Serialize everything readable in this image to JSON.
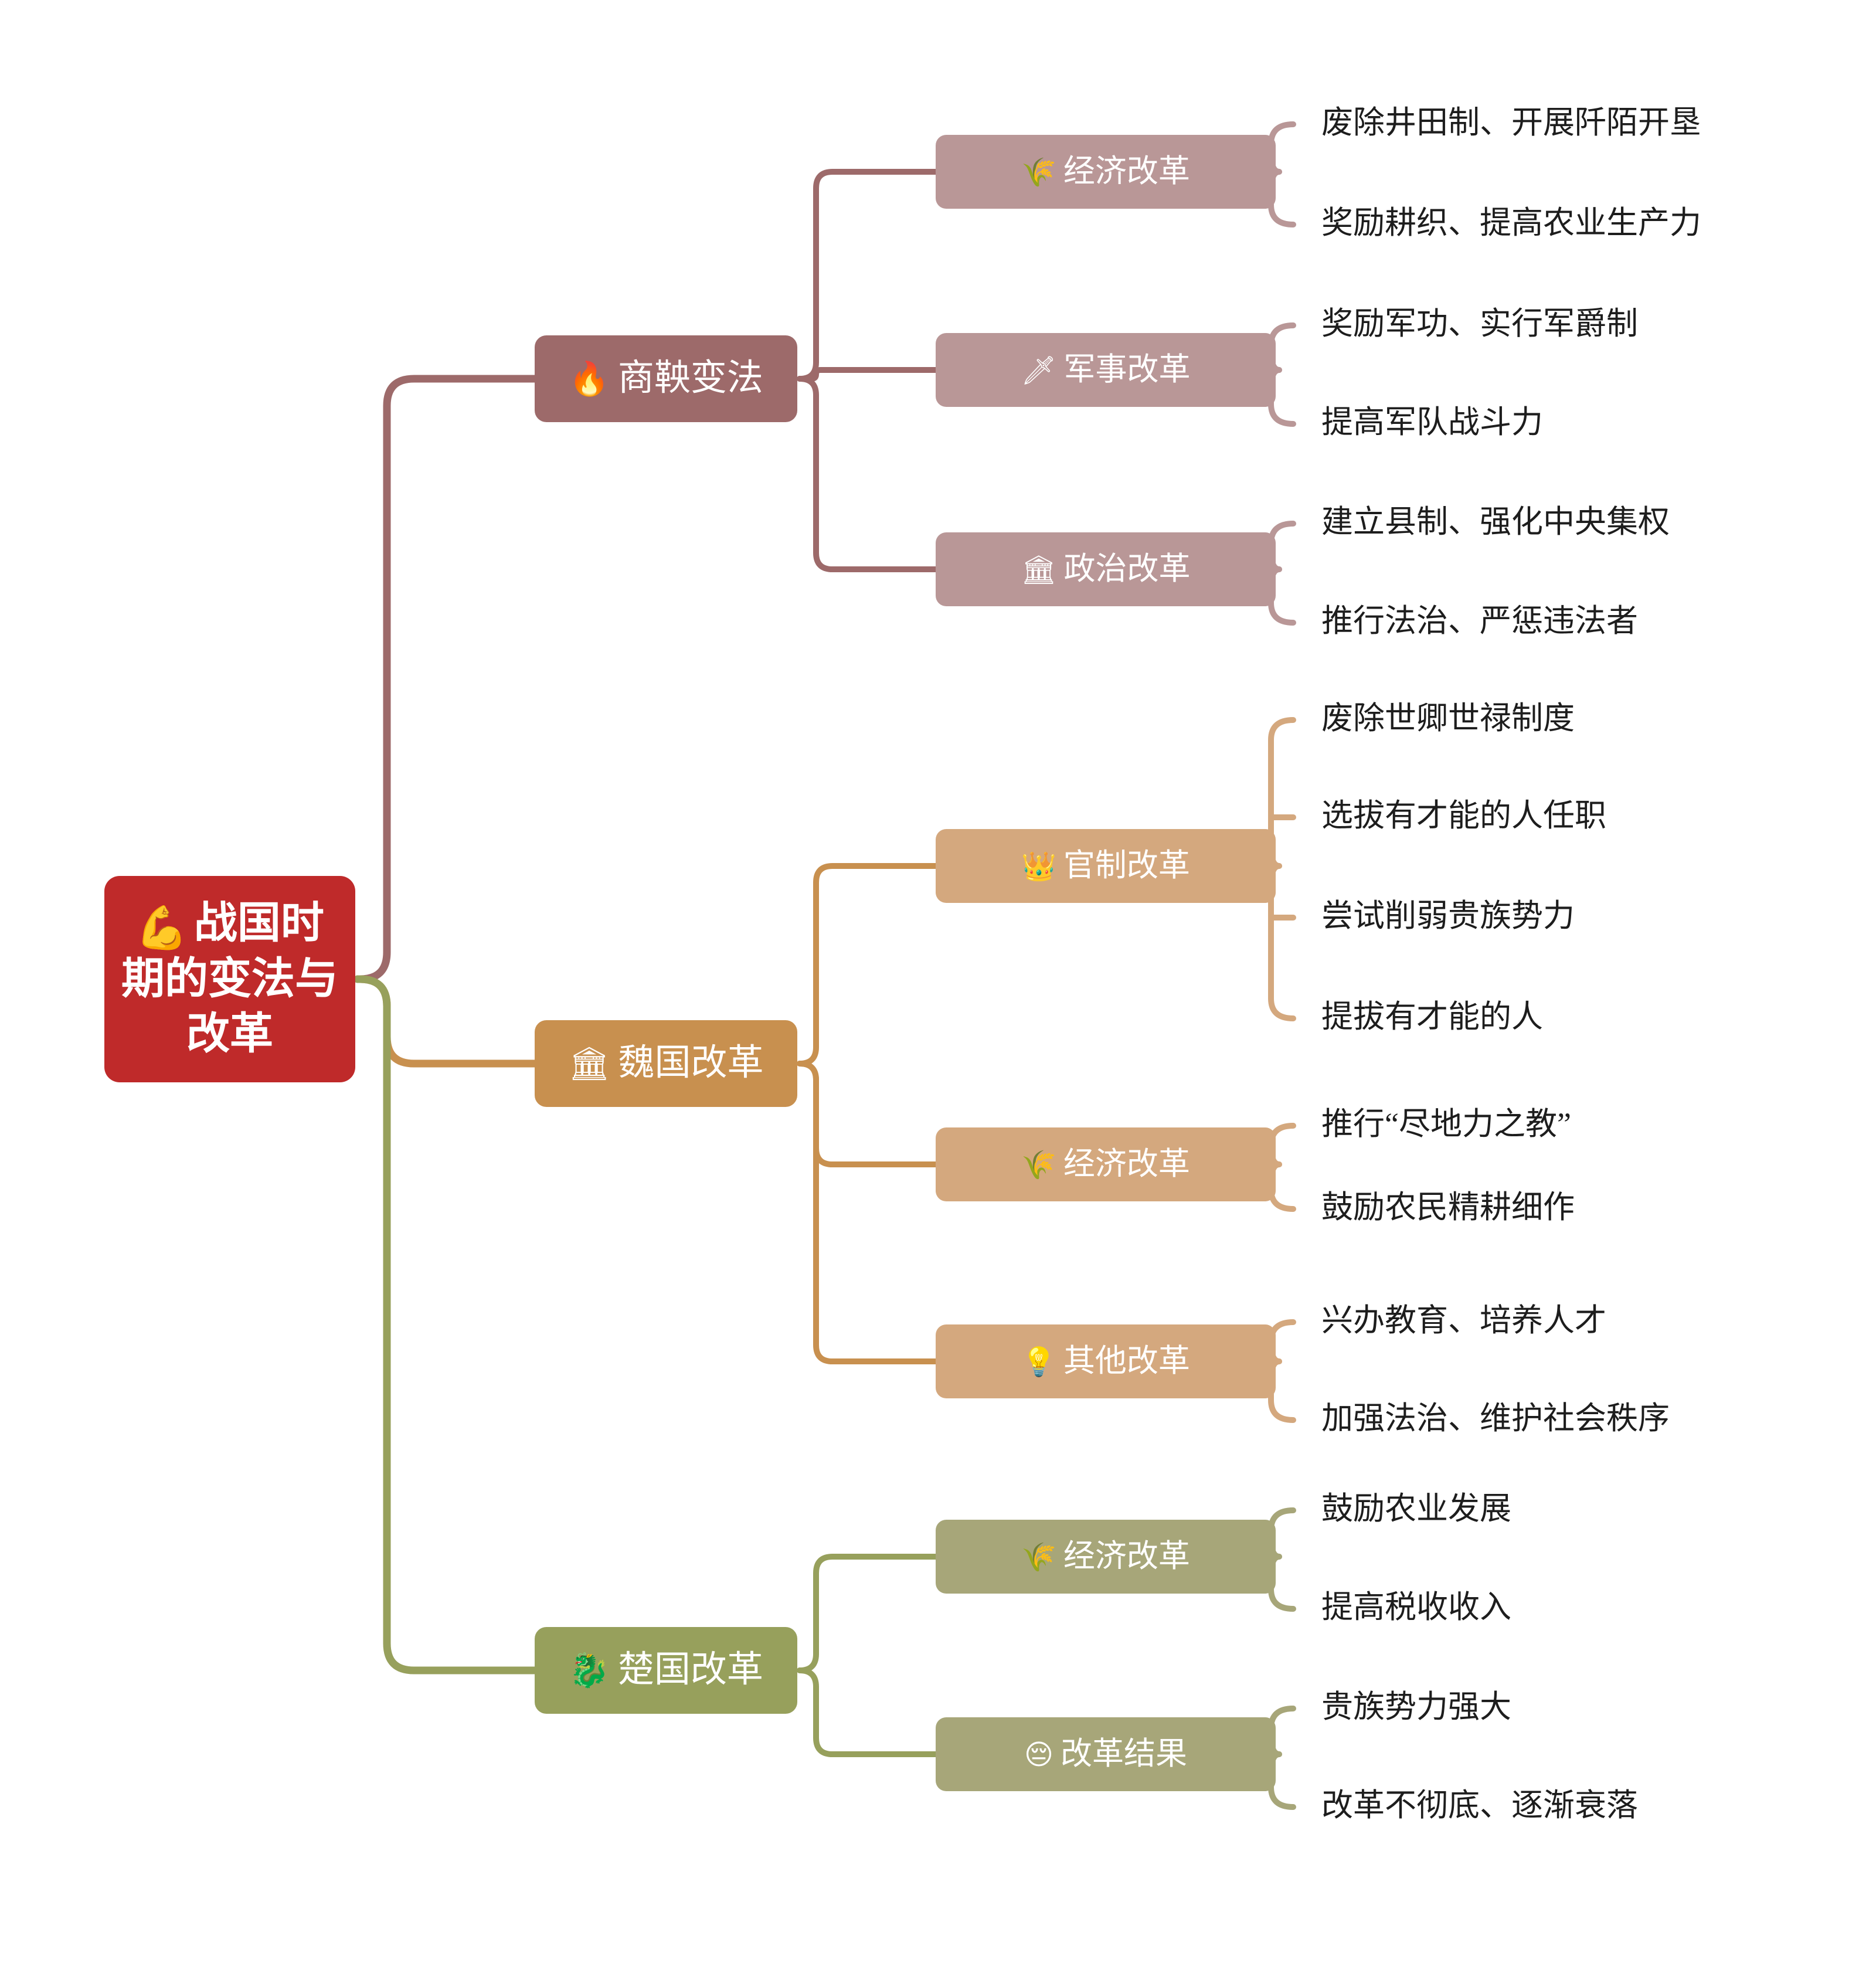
{
  "diagram": {
    "title": "战国时期的变法与改革",
    "type": "mindmap",
    "background": "#ffffff"
  },
  "colors": {
    "root_bg": "#bf2a2a",
    "shang_branch": "#9d6a6a",
    "shang_sub": "#b99797",
    "wei_branch": "#c8904f",
    "wei_sub": "#d4a87e",
    "chu_branch": "#97a05c",
    "chu_sub": "#a7a679",
    "leaf_text": "#1d1d1d"
  },
  "root": {
    "icon": "flexed-biceps-emoji",
    "glyph": "💪",
    "label": "战国时期的变法与改革"
  },
  "branches": [
    {
      "id": "shangyang",
      "icon": "fire-emoji",
      "glyph": "🔥",
      "label": "商鞅变法",
      "color": "#9d6a6a",
      "sub_color": "#b99797",
      "children": [
        {
          "icon": "sheaf-of-rice-emoji",
          "glyph": "🌾",
          "label": "经济改革",
          "leaves": [
            "废除井田制、开展阡陌开垦",
            "奖励耕织、提高农业生产力"
          ]
        },
        {
          "icon": "dagger-emoji",
          "glyph": "🗡",
          "label": "军事改革",
          "leaves": [
            "奖励军功、实行军爵制",
            "提高军队战斗力"
          ]
        },
        {
          "icon": "classical-building-emoji",
          "glyph": "🏛",
          "label": "政治改革",
          "leaves": [
            "建立县制、强化中央集权",
            "推行法治、严惩违法者"
          ]
        }
      ]
    },
    {
      "id": "weiguo",
      "icon": "classical-building-emoji",
      "glyph": "🏛",
      "label": "魏国改革",
      "color": "#c8904f",
      "sub_color": "#d4a87e",
      "children": [
        {
          "icon": "crown-emoji",
          "glyph": "👑",
          "label": "官制改革",
          "leaves": [
            "废除世卿世禄制度",
            "选拔有才能的人任职",
            "尝试削弱贵族势力",
            "提拔有才能的人"
          ]
        },
        {
          "icon": "sheaf-of-rice-emoji",
          "glyph": "🌾",
          "label": "经济改革",
          "leaves": [
            "推行“尽地力之教”",
            "鼓励农民精耕细作"
          ]
        },
        {
          "icon": "light-bulb-emoji",
          "glyph": "💡",
          "label": "其他改革",
          "leaves": [
            "兴办教育、培养人才",
            "加强法治、维护社会秩序"
          ]
        }
      ]
    },
    {
      "id": "chuguo",
      "icon": "dragon-emoji",
      "glyph": "🐉",
      "label": "楚国改革",
      "color": "#97a05c",
      "sub_color": "#a7a679",
      "children": [
        {
          "icon": "sheaf-of-rice-emoji",
          "glyph": "🌾",
          "label": "经济改革",
          "leaves": [
            "鼓励农业发展",
            "提高税收收入"
          ]
        },
        {
          "icon": "pensive-face-emoji",
          "glyph": "😔",
          "label": "改革结果",
          "leaves": [
            "贵族势力强大",
            "改革不彻底、逐渐衰落"
          ]
        }
      ]
    }
  ]
}
